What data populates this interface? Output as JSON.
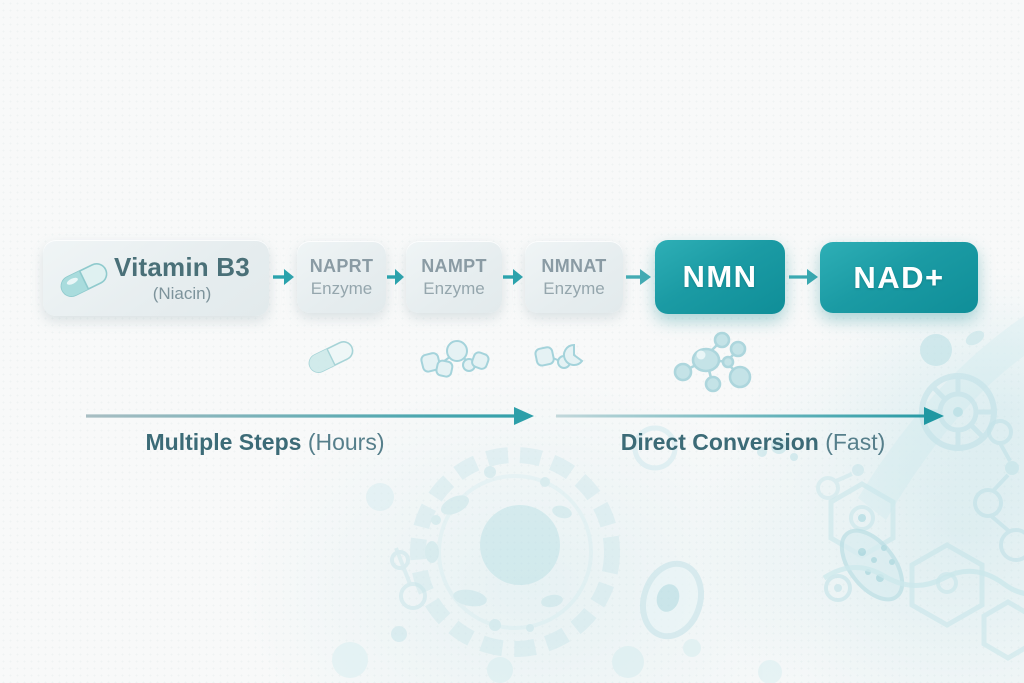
{
  "flow": {
    "source": {
      "title": "Vitamin B3",
      "subtitle": "(Niacin)"
    },
    "enzymes": [
      {
        "name": "NAPRT",
        "label": "Enzyme"
      },
      {
        "name": "NAMPT",
        "label": "Enzyme"
      },
      {
        "name": "NMNAT",
        "label": "Enzyme"
      }
    ],
    "products": [
      {
        "name": "NMN"
      },
      {
        "name": "NAD+"
      }
    ]
  },
  "timeline": {
    "slow": {
      "bold": "Multiple Steps",
      "light": "(Hours)"
    },
    "fast": {
      "bold": "Direct Conversion",
      "light": "(Fast)"
    }
  },
  "icons": {
    "source": "capsule-icon",
    "under_naprt": "capsule-icon",
    "under_nampt": "molecule-cluster-icon",
    "under_nmnat": "molecule-fragment-icon",
    "under_nmn": "molecule-ball-icon",
    "connector": "arrow-right-icon",
    "background": "cell-illustration"
  },
  "colors": {
    "accent": "#17949d",
    "arrow": "#2ba3ad",
    "node_light_bg": "#e8eef0",
    "node_teal_top": "#2eafb6",
    "node_teal_bottom": "#0f8e98",
    "text_dark": "#4a7078",
    "text_gray": "#8fa0a8",
    "label_bold": "#3c6b77",
    "label_light": "#567f8b",
    "background": "#f8f9f9",
    "watermark": "#cfe7ec"
  }
}
